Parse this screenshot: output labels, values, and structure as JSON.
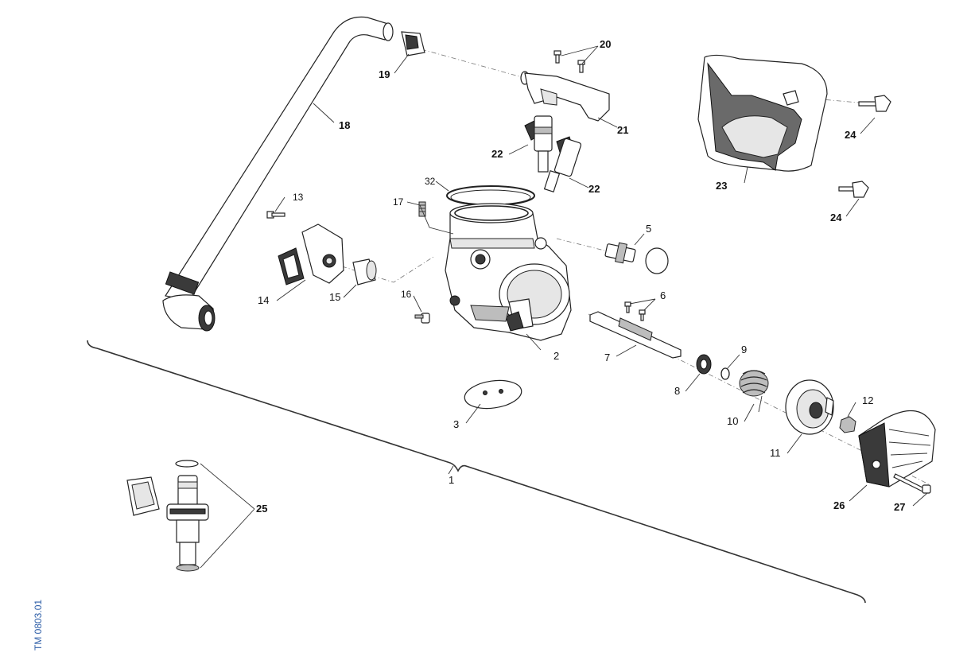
{
  "diagram": {
    "doc_ref": "TM 0803.01",
    "callouts": {
      "c1": "1",
      "c2": "2",
      "c3": "3",
      "c5": "5",
      "c6": "6",
      "c7": "7",
      "c8": "8",
      "c9": "9",
      "c10": "10",
      "c11": "11",
      "c12": "12",
      "c13": "13",
      "c14": "14",
      "c15": "15",
      "c16": "16",
      "c17": "17",
      "c18": "18",
      "c19": "19",
      "c20": "20",
      "c21": "21",
      "c22a": "22",
      "c22b": "22",
      "c23": "23",
      "c24a": "24",
      "c24b": "24",
      "c25": "25",
      "c26": "26",
      "c27": "27",
      "c32": "32"
    }
  }
}
